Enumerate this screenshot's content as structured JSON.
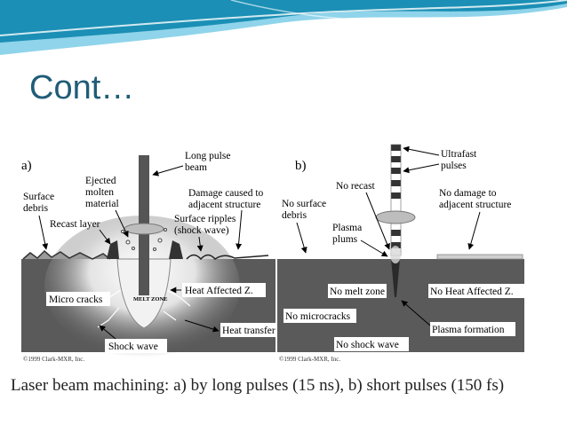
{
  "slide": {
    "title": "Cont…"
  },
  "colors": {
    "title": "#1f5d78",
    "band_dark": "#1b8fb5",
    "band_light": "#8fd4ea",
    "material": "#5a5a5a"
  },
  "figure": {
    "panel_a": {
      "label": "a)",
      "long_pulse_beam": [
        "Long pulse",
        "beam"
      ],
      "ejected_molten_material": [
        "Ejected",
        "molten",
        "material"
      ],
      "surface_debris": [
        "Surface",
        "debris"
      ],
      "recast_layer": "Recast layer",
      "damage_adjacent": [
        "Damage caused to",
        "adjacent structure"
      ],
      "surface_ripples": [
        "Surface ripples",
        "(shock wave)"
      ],
      "micro_cracks": "Micro cracks",
      "melt_zone": "MELT ZONE",
      "heat_affected": "Heat Affected Z.",
      "heat_transfer": "Heat transfer",
      "shock_wave": "Shock wave",
      "copyright": "©1999 Clark-MXR, Inc."
    },
    "panel_b": {
      "label": "b)",
      "ultrafast_pulses": [
        "Ultrafast",
        "pulses"
      ],
      "no_recast": "No recast",
      "no_surface_debris": [
        "No surface",
        "debris"
      ],
      "plasma_plume": [
        "Plasma",
        "plums"
      ],
      "no_damage_adjacent": [
        "No damage to",
        "adjacent structure"
      ],
      "no_melt_zone": "No melt zone",
      "no_heat_affected": "No Heat Affected Z.",
      "no_microcracks": "No microcracks",
      "plasma_formation": "Plasma formation",
      "no_shock_wave": "No shock wave",
      "copyright": "©1999 Clark-MXR, Inc."
    }
  },
  "caption": "Laser beam machining: a) by long pulses (15 ns), b) short pulses (150 fs)"
}
